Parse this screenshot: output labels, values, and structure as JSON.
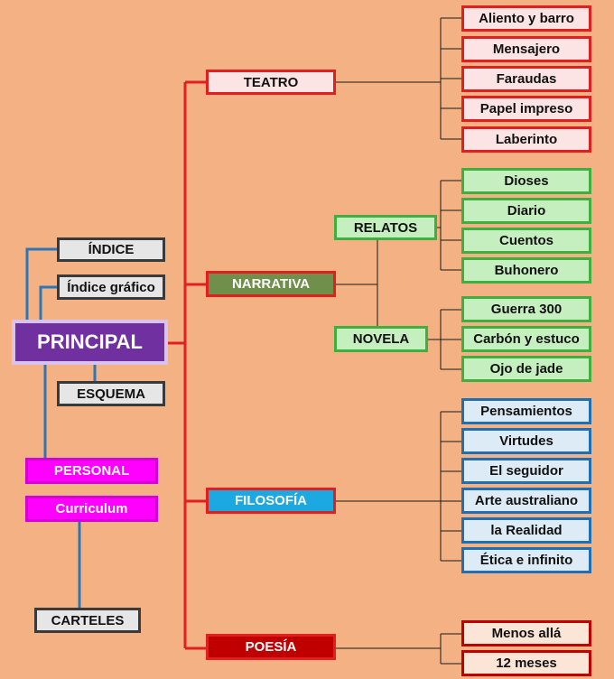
{
  "colors": {
    "background": "#F4B183",
    "red_line": "#E02020",
    "blue_line": "#2E75B6",
    "dark_line": "#1A1A1A"
  },
  "nodes": {
    "principal": "PRINCIPAL",
    "indice": "ÍNDICE",
    "indice_grafico": "Índice gráfico",
    "esquema": "ESQUEMA",
    "personal": "PERSONAL",
    "curriculum": "Curriculum",
    "carteles": "CARTELES",
    "teatro": "TEATRO",
    "narrativa": "NARRATIVA",
    "relatos": "RELATOS",
    "novela": "NOVELA",
    "filosofia": "FILOSOFÍA",
    "poesia": "POESÍA"
  },
  "teatro_items": [
    "Aliento y barro",
    "Mensajero",
    "Faraudas",
    "Papel impreso",
    "Laberinto"
  ],
  "relatos_items": [
    "Dioses",
    "Diario",
    "Cuentos",
    "Buhonero"
  ],
  "novela_items": [
    "Guerra 300",
    "Carbón y estuco",
    "Ojo de jade"
  ],
  "filosofia_items": [
    "Pensamientos",
    "Virtudes",
    "El seguidor",
    "Arte australiano",
    "la Realidad",
    "Ética e infinito"
  ],
  "poesia_items": [
    "Menos allá",
    "12 meses"
  ]
}
